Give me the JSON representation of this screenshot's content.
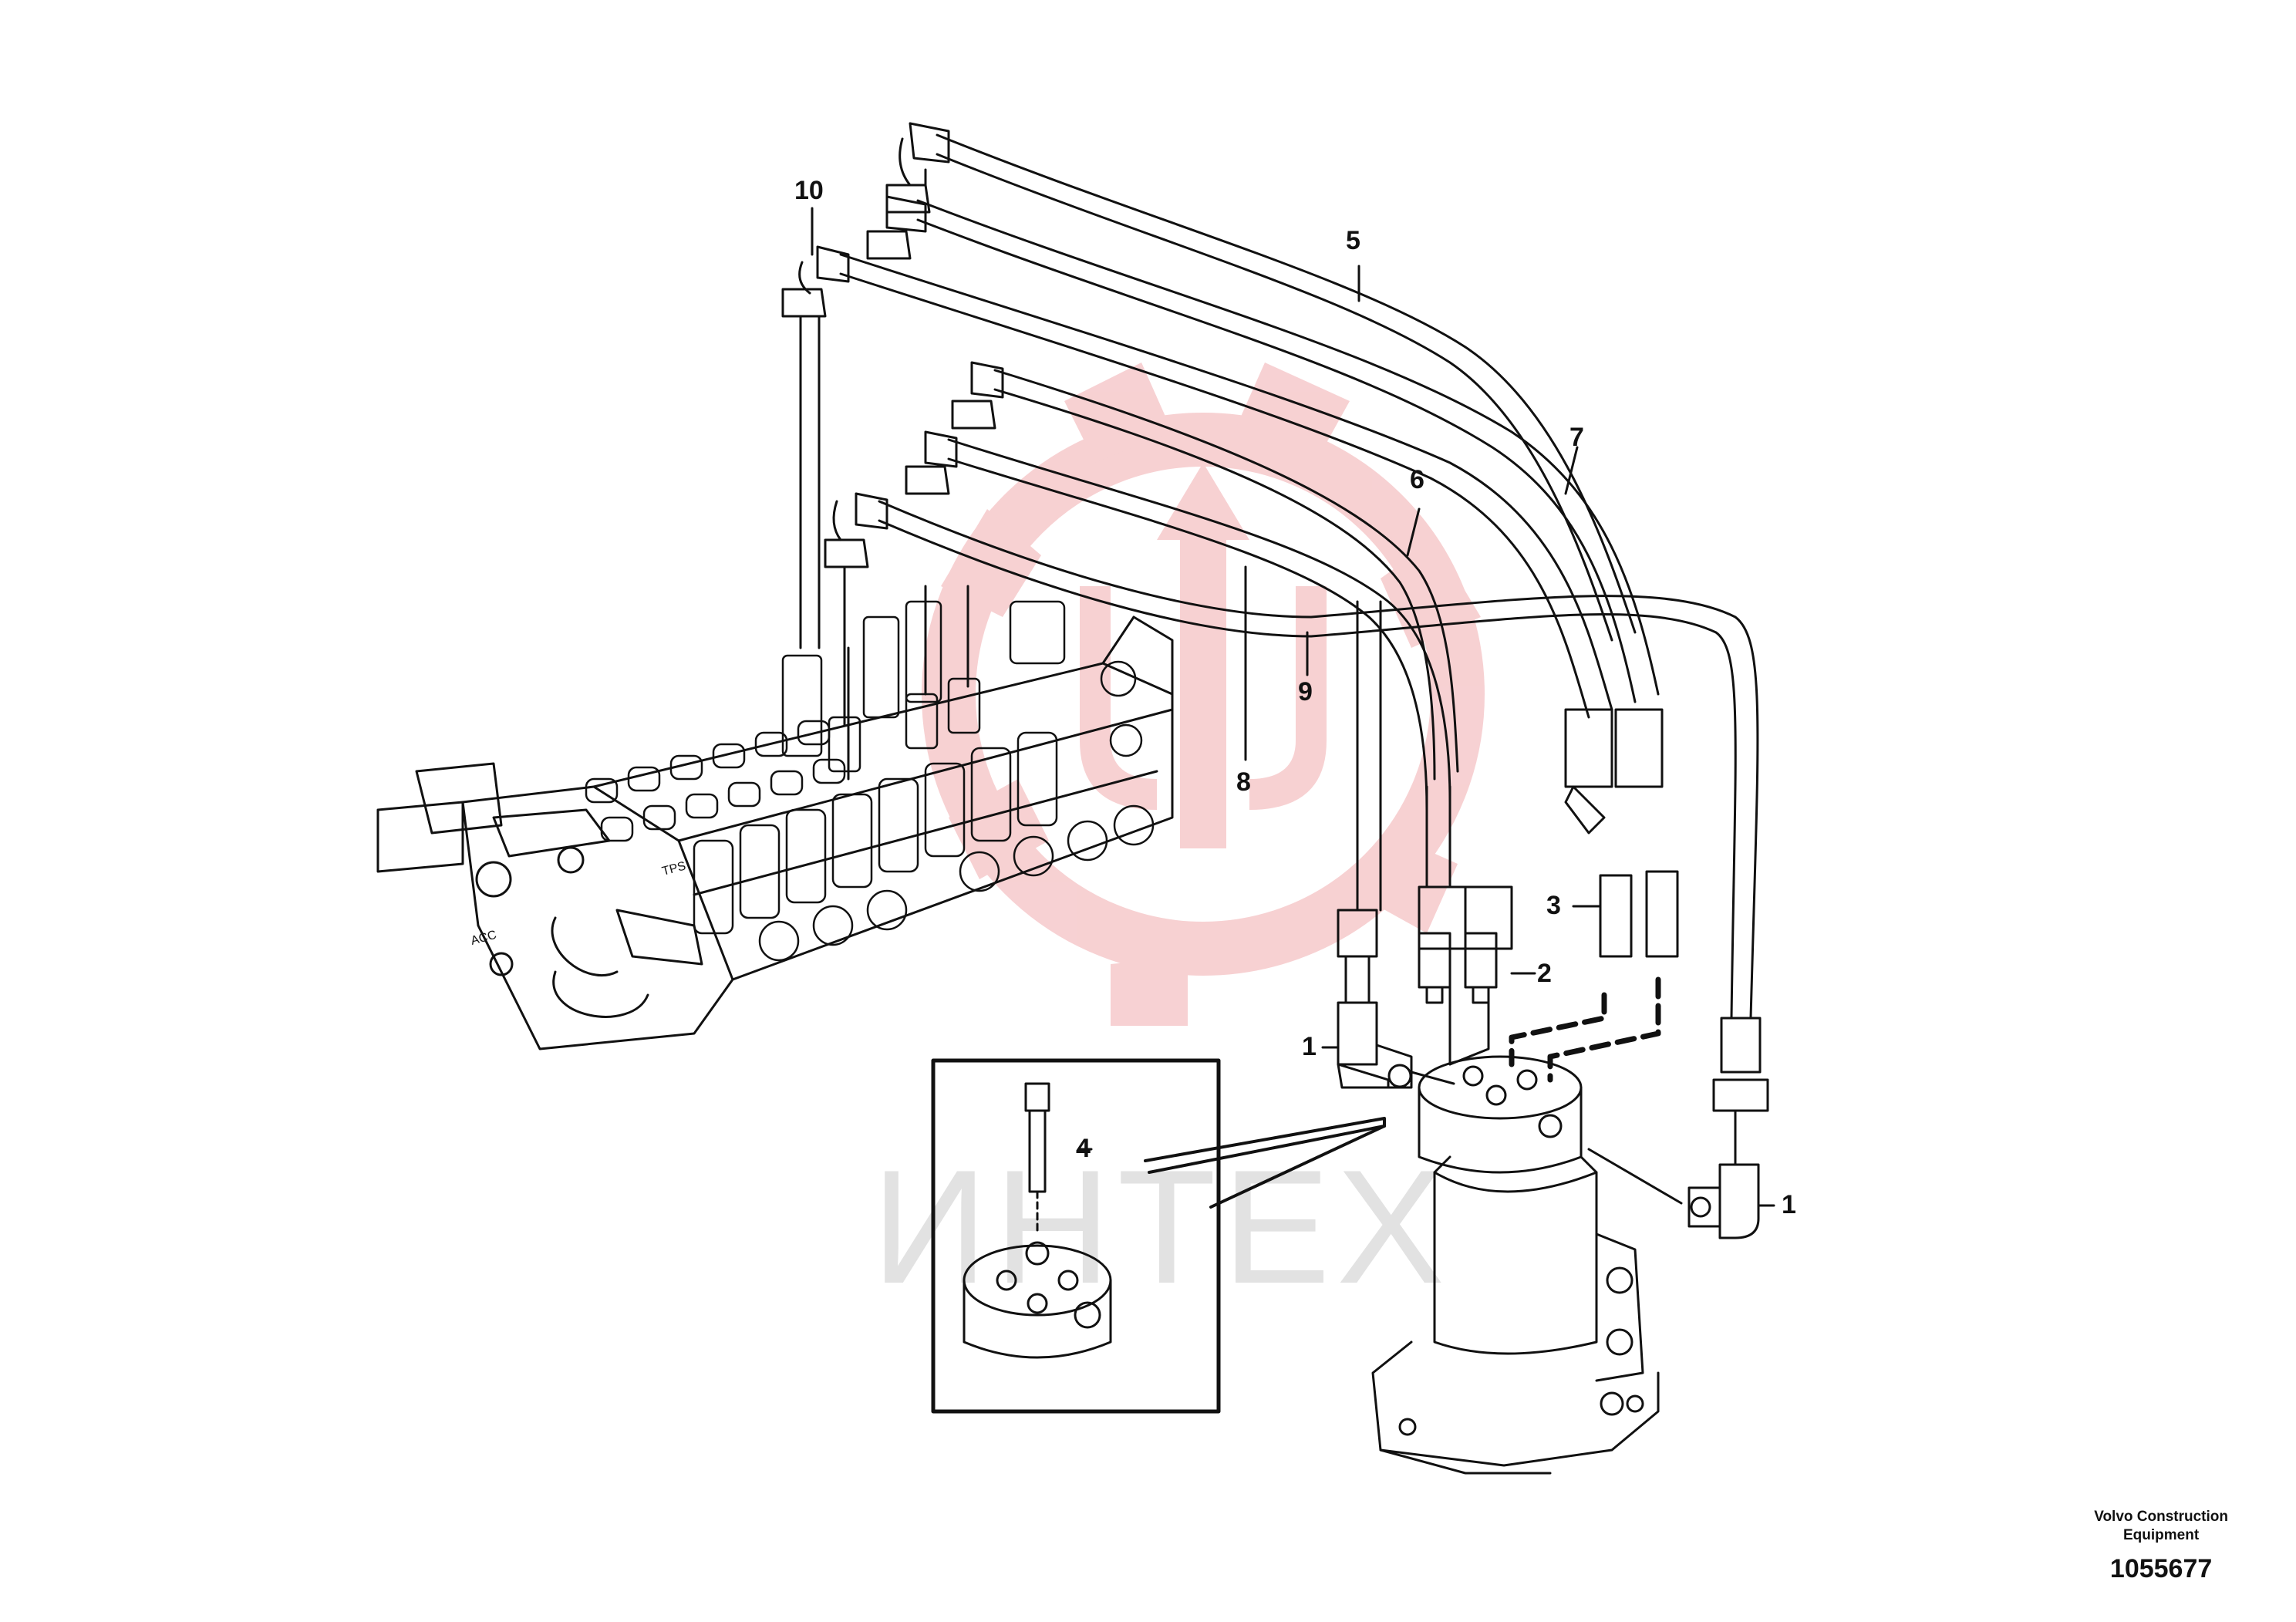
{
  "diagram": {
    "callouts": [
      {
        "id": "1a",
        "label": "1"
      },
      {
        "id": "1b",
        "label": "1"
      },
      {
        "id": "2",
        "label": "2"
      },
      {
        "id": "3",
        "label": "3"
      },
      {
        "id": "4",
        "label": "4"
      },
      {
        "id": "5",
        "label": "5"
      },
      {
        "id": "6",
        "label": "6"
      },
      {
        "id": "7",
        "label": "7"
      },
      {
        "id": "8",
        "label": "8"
      },
      {
        "id": "9",
        "label": "9"
      },
      {
        "id": "10",
        "label": "10"
      }
    ],
    "valve_stamps": {
      "port_a": "ACC",
      "port_b": "TPS"
    },
    "watermark_text": "ИНТЕХ",
    "watermark_color": "#e2e2e2",
    "logo_color": "#f6c9cb"
  },
  "footer": {
    "brand_line1": "Volvo Construction",
    "brand_line2": "Equipment",
    "drawing_number": "1055677"
  }
}
